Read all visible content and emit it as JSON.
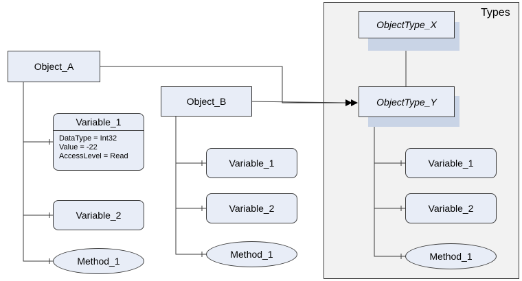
{
  "types_label": "Types",
  "object_a": {
    "name": "Object_A",
    "variable_1": {
      "name": "Variable_1",
      "attributes": [
        "DataType = Int32",
        "Value = -22",
        "AccessLevel = Read"
      ]
    },
    "variable_2": "Variable_2",
    "method_1": "Method_1"
  },
  "object_b": {
    "name": "Object_B",
    "variable_1": "Variable_1",
    "variable_2": "Variable_2",
    "method_1": "Method_1"
  },
  "object_type_x": {
    "name": "ObjectType_X"
  },
  "object_type_y": {
    "name": "ObjectType_Y",
    "variable_1": "Variable_1",
    "variable_2": "Variable_2",
    "method_1": "Method_1"
  },
  "colors": {
    "node_fill": "#e8edf7",
    "node_shadow": "#c9d4e6",
    "types_fill": "#f2f2f2",
    "line": "#3a3a3a"
  }
}
